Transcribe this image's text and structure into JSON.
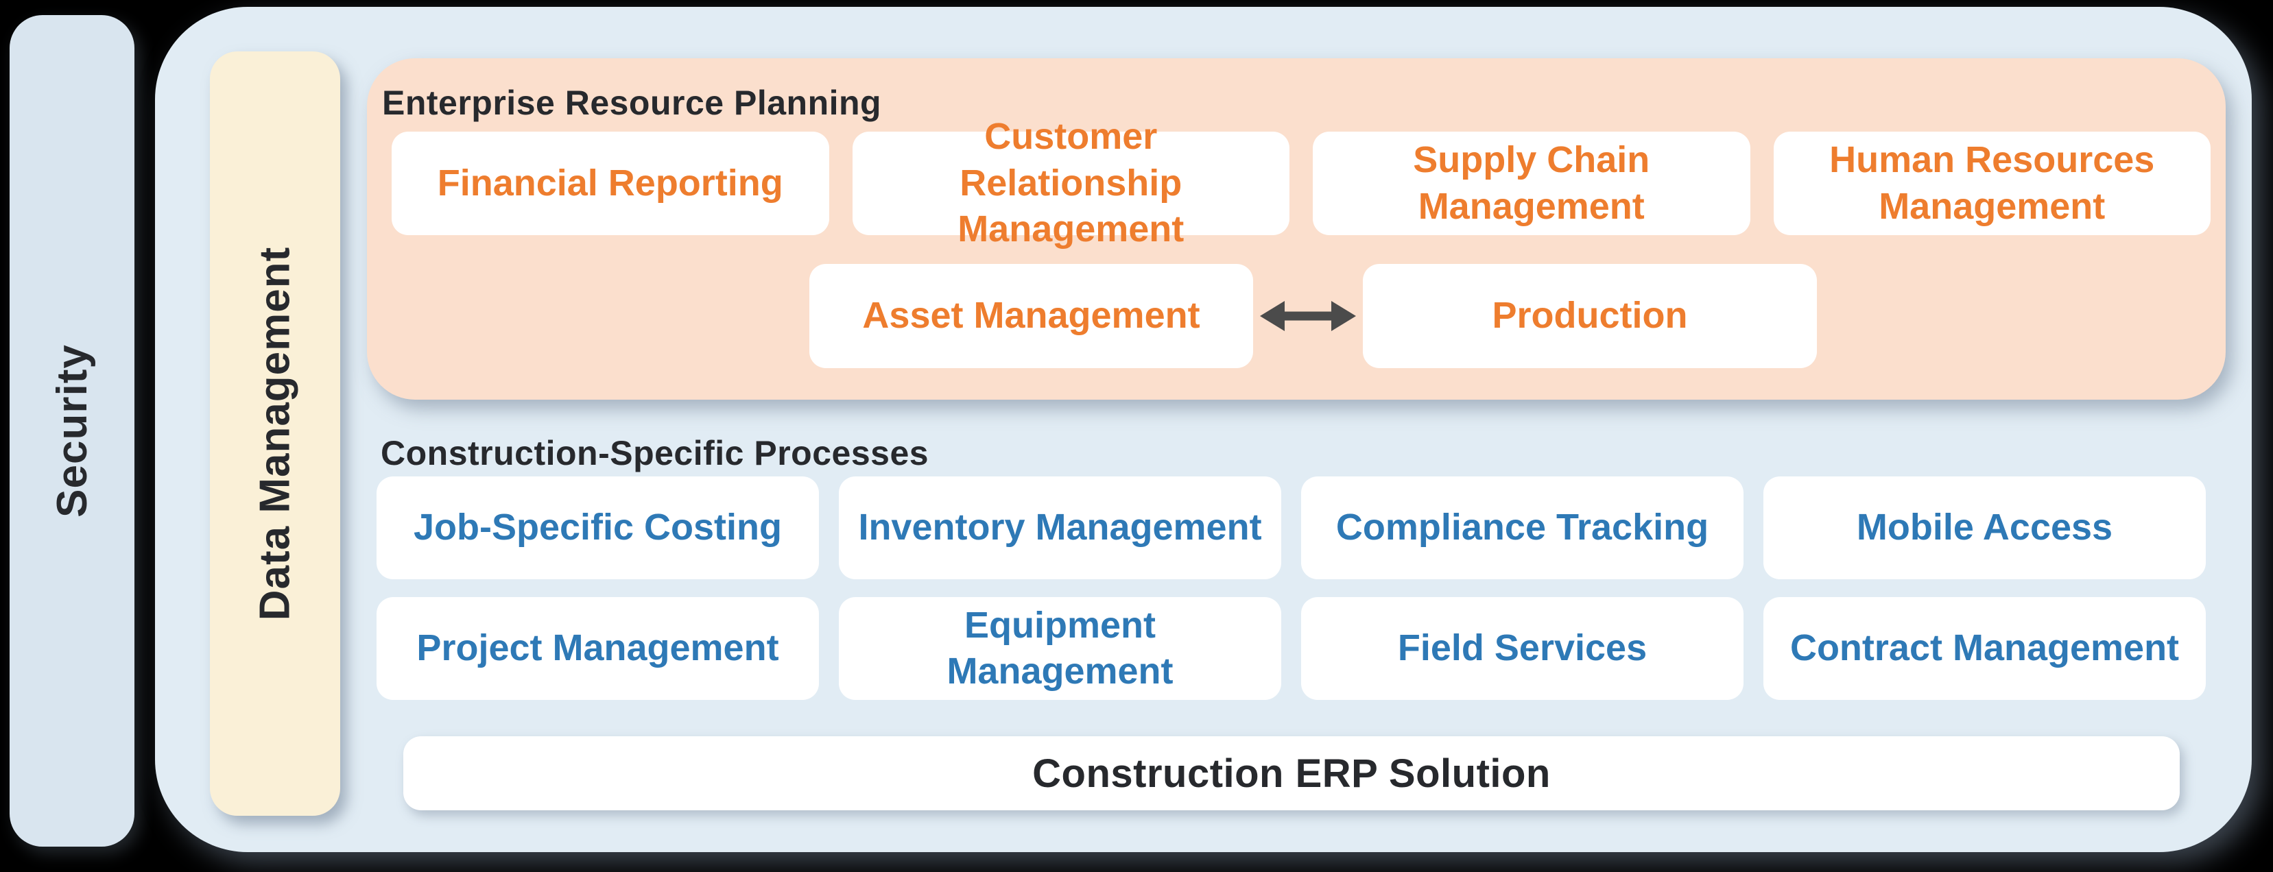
{
  "colors": {
    "page_bg": "#000000",
    "security_bg": "#d9e5ef",
    "container_bg": "#e1ecf4",
    "data_management_bg": "#faf0d7",
    "erp_panel_bg": "#fbdfcd",
    "module_bg": "#ffffff",
    "erp_text": "#ee7d2e",
    "construction_text": "#2e79b6",
    "title_text": "#27292d",
    "arrow": "#4b4b4b"
  },
  "security": {
    "label": "Security"
  },
  "data_management": {
    "label": "Data Management"
  },
  "erp": {
    "title": "Enterprise Resource Planning",
    "modules": [
      "Financial Reporting",
      "Customer Relationship\nManagement",
      "Supply Chain\nManagement",
      "Human Resources\nManagement"
    ],
    "asset": "Asset Management",
    "production": "Production"
  },
  "construction": {
    "title": "Construction-Specific Processes",
    "modules": [
      "Job-Specific Costing",
      "Inventory Management",
      "Compliance Tracking",
      "Mobile Access",
      "Project Management",
      "Equipment\nManagement",
      "Field Services",
      "Contract Management"
    ]
  },
  "footer": {
    "label": "Construction ERP Solution"
  }
}
